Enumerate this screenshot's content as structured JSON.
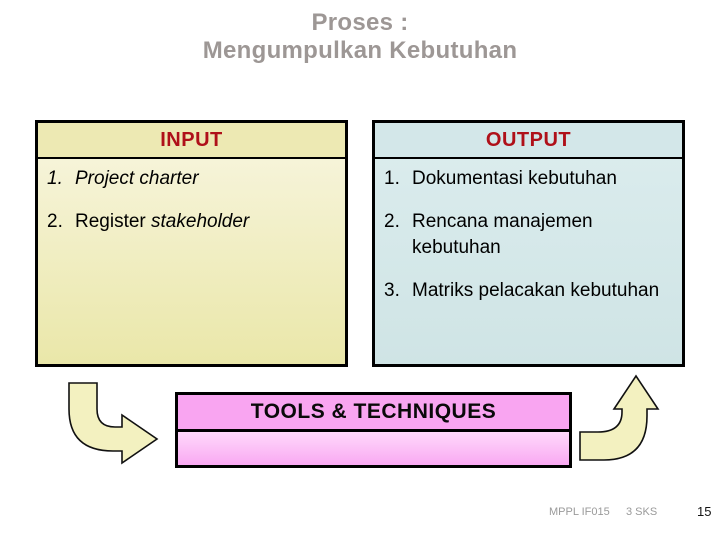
{
  "title": {
    "line1": "Proses :",
    "line2": "Mengumpulkan Kebutuhan"
  },
  "input_panel": {
    "header": "INPUT",
    "items": [
      {
        "number": "1.",
        "number_italic": true,
        "parts": [
          {
            "text": "Project charter",
            "italic": true
          }
        ]
      },
      {
        "number": "2.",
        "number_italic": false,
        "parts": [
          {
            "text": "Register ",
            "italic": false
          },
          {
            "text": "stakeholder",
            "italic": true
          }
        ]
      }
    ]
  },
  "output_panel": {
    "header": "OUTPUT",
    "items": [
      {
        "number": "1.",
        "number_italic": false,
        "parts": [
          {
            "text": "Dokumentasi kebutuhan",
            "italic": false
          }
        ]
      },
      {
        "number": "2.",
        "number_italic": false,
        "parts": [
          {
            "text": "Rencana manajemen kebutuhan",
            "italic": false
          }
        ]
      },
      {
        "number": "3.",
        "number_italic": false,
        "parts": [
          {
            "text": "Matriks pelacakan kebutuhan",
            "italic": false
          }
        ]
      }
    ]
  },
  "tools_panel": {
    "label": "TOOLS & TECHNIQUES"
  },
  "footer": {
    "course_code": "MPPL IF015",
    "credits": "3 SKS",
    "page_number": "15"
  },
  "icons": {
    "left_arrow": "curved-down-right-arrow-icon",
    "right_arrow": "curved-up-arrow-icon"
  },
  "colors": {
    "title_text": "#9d9795",
    "header_text": "#af1019",
    "border": "#000000",
    "input_header_bg": "#ede9b3",
    "input_body_top": "#f8f6e1",
    "input_body_bottom": "#eae7a9",
    "output_header_bg": "#d3e7e9",
    "output_body_top": "#dcedee",
    "output_body_bottom": "#cfe4e5",
    "tools_bg": "#f9a5f1",
    "tools_sub_top": "#ffd9fb",
    "tools_sub_bottom": "#f9a9f2",
    "arrow_fill": "#f3f1c0"
  }
}
